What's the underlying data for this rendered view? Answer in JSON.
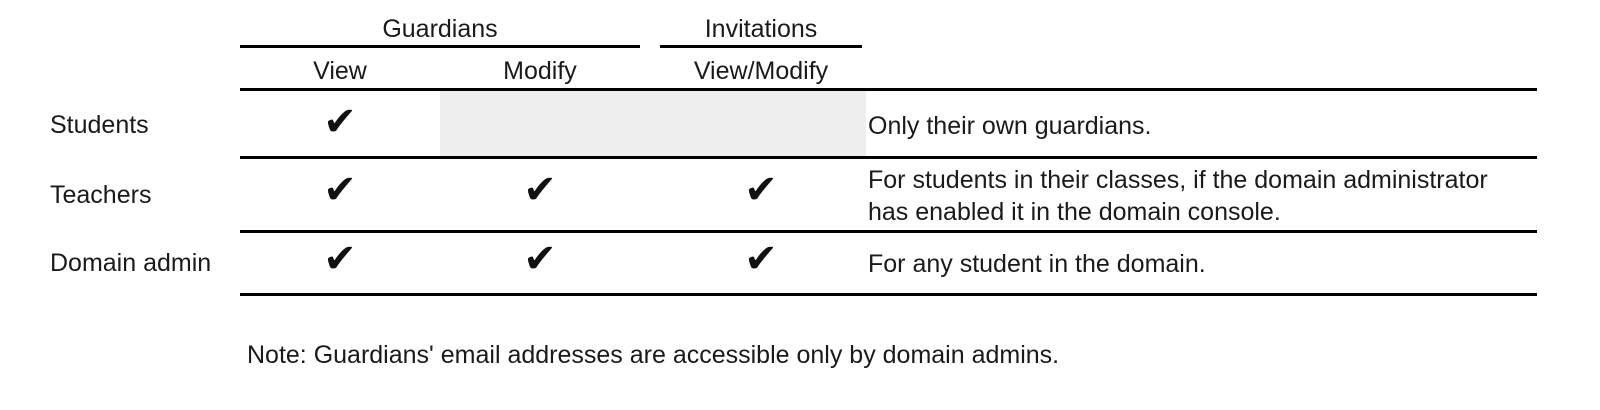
{
  "table": {
    "spanners": [
      {
        "label": "Guardians",
        "sub_columns": [
          "View",
          "Modify"
        ]
      },
      {
        "label": "Invitations",
        "sub_columns": [
          "View/Modify"
        ]
      }
    ],
    "column_headers": [
      "",
      "View",
      "Modify",
      "View/Modify",
      ""
    ],
    "rows": [
      {
        "role": "Students",
        "guardians_view": "✔",
        "guardians_modify": "",
        "guardians_modify_disabled": true,
        "invitations_view_modify": "",
        "invitations_disabled": true,
        "description": "Only their own guardians."
      },
      {
        "role": "Teachers",
        "guardians_view": "✔",
        "guardians_modify": "✔",
        "guardians_modify_disabled": false,
        "invitations_view_modify": "✔",
        "invitations_disabled": false,
        "description": "For students in their classes, if the domain administrator has enabled it in the domain console."
      },
      {
        "role": "Domain admin",
        "guardians_view": "✔",
        "guardians_modify": "✔",
        "guardians_modify_disabled": false,
        "invitations_view_modify": "✔",
        "invitations_disabled": false,
        "description": "For any student in the domain."
      }
    ]
  },
  "footer": {
    "note": "Note: Guardians' email addresses are accessible only by domain admins."
  },
  "colors": {
    "rule": "#000000",
    "text": "#1a1a1a",
    "disabled_cell": "#eeeeee",
    "background": "#ffffff"
  },
  "icons": {
    "check": "checkmark-icon"
  }
}
